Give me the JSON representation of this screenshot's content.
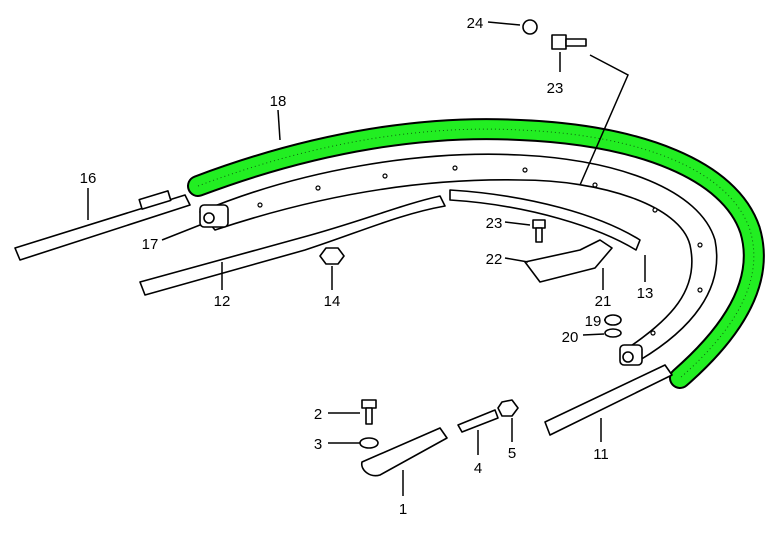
{
  "diagram": {
    "highlight_color": "#22ee22",
    "callouts": [
      {
        "id": "c24",
        "text": "24"
      },
      {
        "id": "c23a",
        "text": "23"
      },
      {
        "id": "c18",
        "text": "18"
      },
      {
        "id": "c16",
        "text": "16"
      },
      {
        "id": "c17",
        "text": "17"
      },
      {
        "id": "c12",
        "text": "12"
      },
      {
        "id": "c14",
        "text": "14"
      },
      {
        "id": "c23b",
        "text": "23"
      },
      {
        "id": "c22",
        "text": "22"
      },
      {
        "id": "c21",
        "text": "21"
      },
      {
        "id": "c13",
        "text": "13"
      },
      {
        "id": "c19",
        "text": "19"
      },
      {
        "id": "c20",
        "text": "20"
      },
      {
        "id": "c2",
        "text": "2"
      },
      {
        "id": "c3",
        "text": "3"
      },
      {
        "id": "c4",
        "text": "4"
      },
      {
        "id": "c5",
        "text": "5"
      },
      {
        "id": "c11",
        "text": "11"
      },
      {
        "id": "c1",
        "text": "1"
      }
    ]
  }
}
